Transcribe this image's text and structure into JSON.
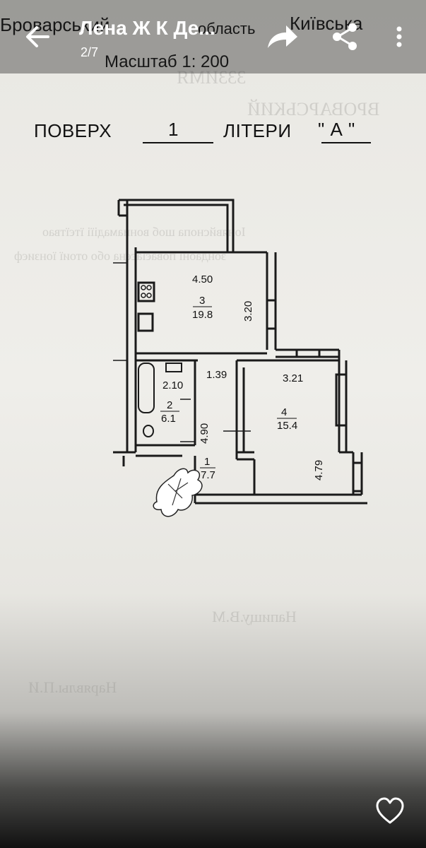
{
  "viewer": {
    "title": "Лена Ж К Де...",
    "counter": "2/7",
    "icons": {
      "back": "arrow-left-icon",
      "forward": "share-arrow-icon",
      "share": "share-nodes-icon",
      "more": "more-vertical-icon",
      "like": "heart-icon"
    }
  },
  "document": {
    "header_left": "Броварський",
    "header_mid": "область",
    "header_right": "Київська",
    "scale": "Масштаб 1: 200",
    "floor_label": "ПОВЕРХ",
    "floor_value": "1",
    "letter_label": "ЛІТЕРИ",
    "letter_value": "\" А \""
  },
  "plan": {
    "rooms": [
      {
        "num": "3",
        "area": "19.8",
        "width": "4.50",
        "length": "3.20"
      },
      {
        "num": "2",
        "area": "6.1",
        "width": "2.10"
      },
      {
        "num": "1",
        "area": "7.7",
        "width": "1.39",
        "length": "4.90"
      },
      {
        "num": "4",
        "area": "15.4",
        "width": "3.21",
        "length": "4.79"
      }
    ]
  },
  "colors": {
    "topbar": "#1e1e1e",
    "paper": "#ecebe7",
    "ink": "#111111"
  }
}
